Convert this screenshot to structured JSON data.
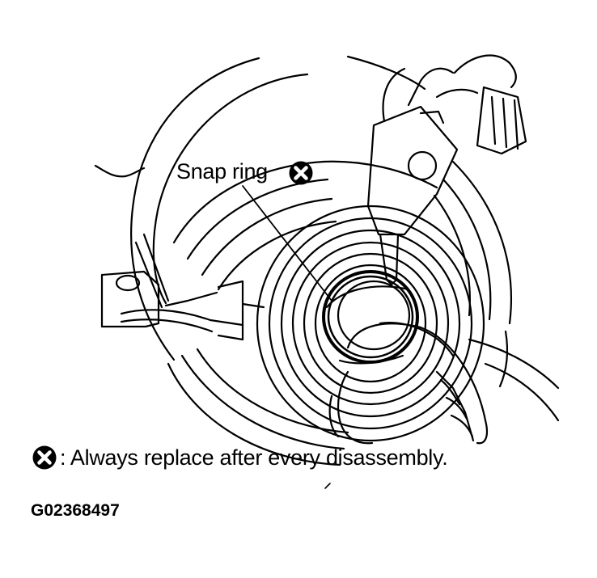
{
  "callouts": {
    "snap_ring": "Snap ring",
    "replace_marker_icon": "circled-x-icon"
  },
  "legend": {
    "marker_icon": "circled-x-icon",
    "text": ": Always replace after every disassembly."
  },
  "figure_id": "G02368497",
  "colors": {
    "line": "#000000",
    "background": "#ffffff"
  }
}
